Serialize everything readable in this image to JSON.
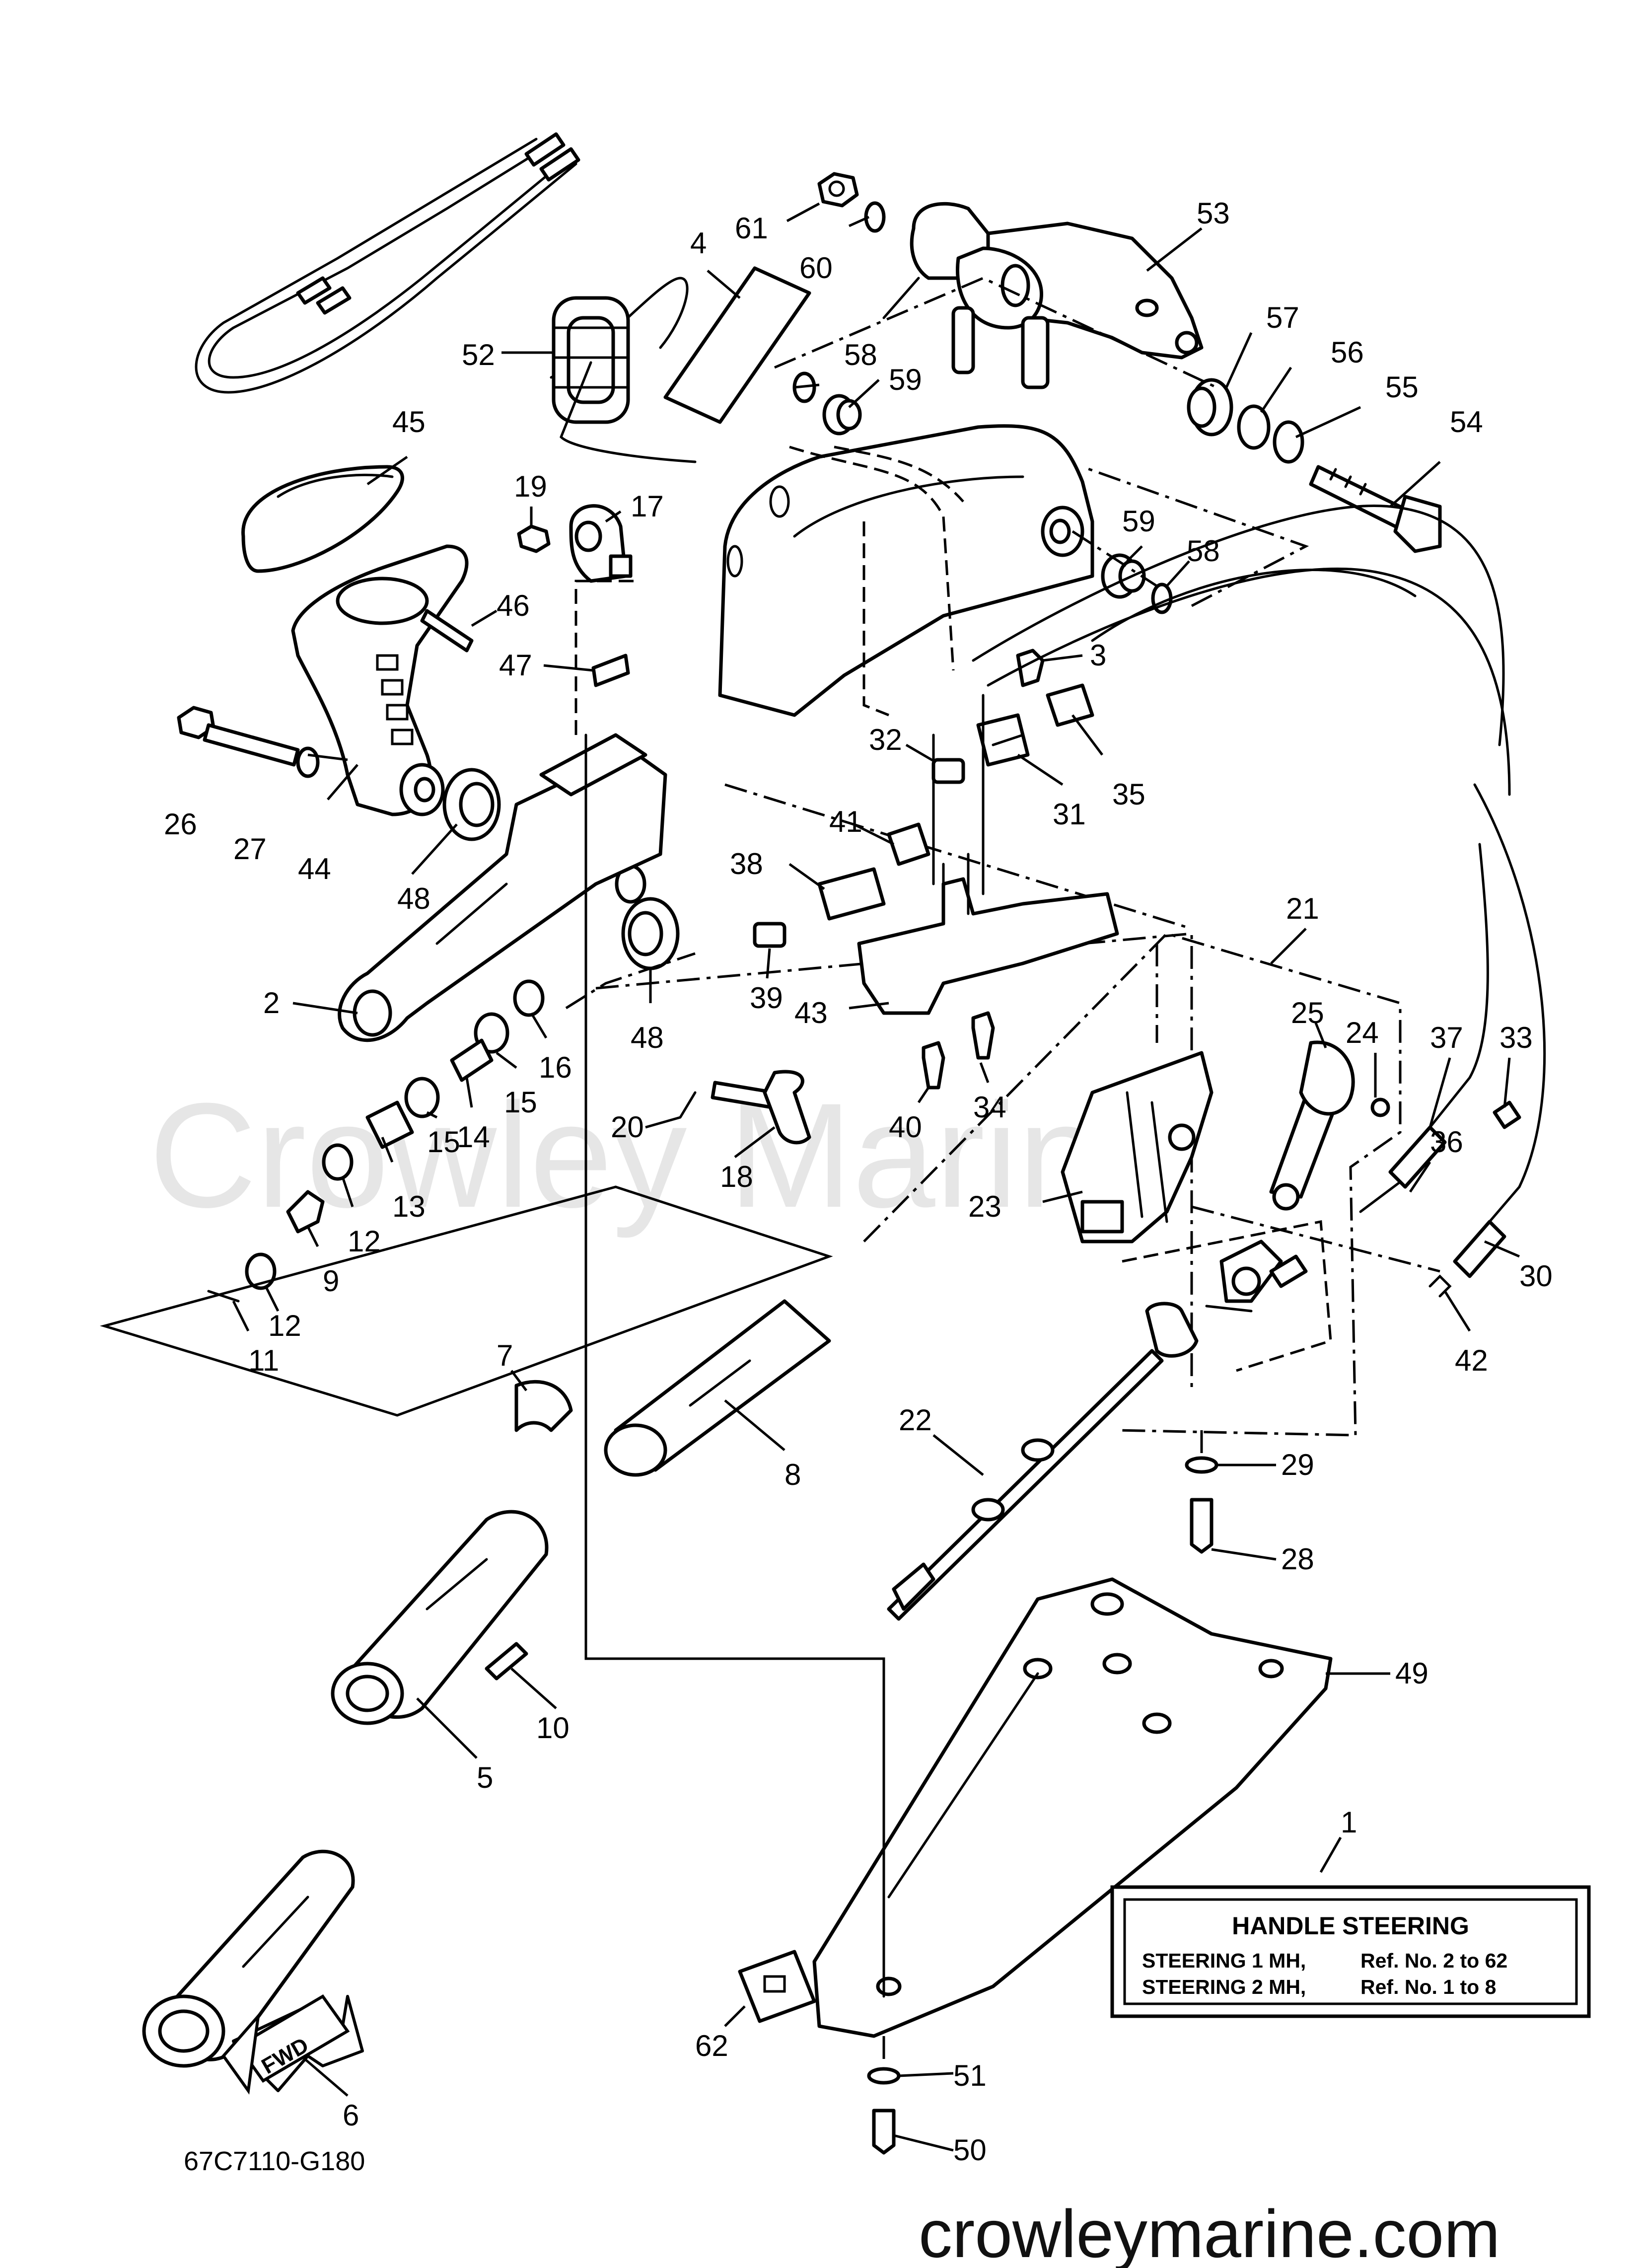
{
  "watermark": "Crowley Marine",
  "website": "crowleymarine.com",
  "diagram_code": "67C7110-G180",
  "fwd_label": "FWD",
  "legend": {
    "ref": "1",
    "title": "HANDLE STEERING",
    "rows": [
      {
        "model": "STEERING 1 MH,",
        "refs": "Ref. No. 2 to 62"
      },
      {
        "model": "STEERING 2 MH,",
        "refs": "Ref. No. 1 to 8"
      }
    ]
  },
  "callouts": [
    {
      "id": "c61",
      "label": "61"
    },
    {
      "id": "c60",
      "label": "60"
    },
    {
      "id": "c4",
      "label": "4"
    },
    {
      "id": "c53",
      "label": "53"
    },
    {
      "id": "c52",
      "label": "52"
    },
    {
      "id": "c58a",
      "label": "58"
    },
    {
      "id": "c59a",
      "label": "59"
    },
    {
      "id": "c57",
      "label": "57"
    },
    {
      "id": "c56",
      "label": "56"
    },
    {
      "id": "c55",
      "label": "55"
    },
    {
      "id": "c54",
      "label": "54"
    },
    {
      "id": "c45",
      "label": "45"
    },
    {
      "id": "c19",
      "label": "19"
    },
    {
      "id": "c17",
      "label": "17"
    },
    {
      "id": "c59b",
      "label": "59"
    },
    {
      "id": "c58b",
      "label": "58"
    },
    {
      "id": "c46",
      "label": "46"
    },
    {
      "id": "c47",
      "label": "47"
    },
    {
      "id": "c3",
      "label": "3"
    },
    {
      "id": "c32",
      "label": "32"
    },
    {
      "id": "c31",
      "label": "31"
    },
    {
      "id": "c35",
      "label": "35"
    },
    {
      "id": "c26",
      "label": "26"
    },
    {
      "id": "c27",
      "label": "27"
    },
    {
      "id": "c44",
      "label": "44"
    },
    {
      "id": "c48a",
      "label": "48"
    },
    {
      "id": "c41",
      "label": "41"
    },
    {
      "id": "c38",
      "label": "38"
    },
    {
      "id": "c21",
      "label": "21"
    },
    {
      "id": "c2",
      "label": "2"
    },
    {
      "id": "c39",
      "label": "39"
    },
    {
      "id": "c43",
      "label": "43"
    },
    {
      "id": "c48b",
      "label": "48"
    },
    {
      "id": "c16",
      "label": "16"
    },
    {
      "id": "c15a",
      "label": "15"
    },
    {
      "id": "c14",
      "label": "14"
    },
    {
      "id": "c15b",
      "label": "15"
    },
    {
      "id": "c13",
      "label": "13"
    },
    {
      "id": "c12a",
      "label": "12"
    },
    {
      "id": "c9",
      "label": "9"
    },
    {
      "id": "c12b",
      "label": "12"
    },
    {
      "id": "c11",
      "label": "11"
    },
    {
      "id": "c20",
      "label": "20"
    },
    {
      "id": "c18",
      "label": "18"
    },
    {
      "id": "c40",
      "label": "40"
    },
    {
      "id": "c34",
      "label": "34"
    },
    {
      "id": "c25",
      "label": "25"
    },
    {
      "id": "c24",
      "label": "24"
    },
    {
      "id": "c37",
      "label": "37"
    },
    {
      "id": "c33",
      "label": "33"
    },
    {
      "id": "c23",
      "label": "23"
    },
    {
      "id": "c36",
      "label": "36"
    },
    {
      "id": "c30",
      "label": "30"
    },
    {
      "id": "c42",
      "label": "42"
    },
    {
      "id": "c7",
      "label": "7"
    },
    {
      "id": "c8",
      "label": "8"
    },
    {
      "id": "c22",
      "label": "22"
    },
    {
      "id": "c29",
      "label": "29"
    },
    {
      "id": "c28",
      "label": "28"
    },
    {
      "id": "c10",
      "label": "10"
    },
    {
      "id": "c5",
      "label": "5"
    },
    {
      "id": "c49",
      "label": "49"
    },
    {
      "id": "c6",
      "label": "6"
    },
    {
      "id": "c62",
      "label": "62"
    },
    {
      "id": "c51",
      "label": "51"
    },
    {
      "id": "c50",
      "label": "50"
    }
  ]
}
